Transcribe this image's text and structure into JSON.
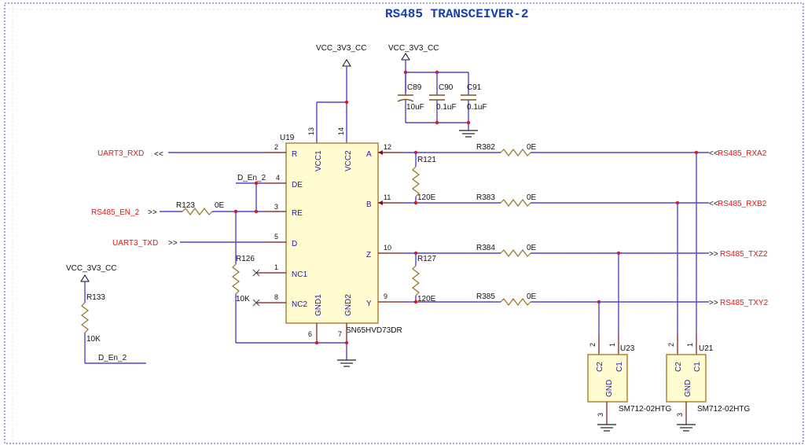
{
  "title": "RS485 TRANSCEIVER-2",
  "power": {
    "vcc1": "VCC_3V3_CC",
    "vcc2": "VCC_3V3_CC",
    "vcc3": "VCC_3V3_CC"
  },
  "u19": {
    "ref": "U19",
    "part": "SN65HVD73DR",
    "pins": {
      "R": "R",
      "DE": "DE",
      "RE": "RE",
      "D": "D",
      "NC1": "NC1",
      "NC2": "NC2",
      "VCC1": "VCC1",
      "VCC2": "VCC2",
      "GND1": "GND1",
      "GND2": "GND2",
      "A": "A",
      "B": "B",
      "Z": "Z",
      "Y": "Y"
    },
    "nums": {
      "R": "2",
      "DE": "4",
      "RE": "3",
      "D": "5",
      "NC1": "1",
      "NC2": "8",
      "VCC1": "13",
      "VCC2": "14",
      "GND1": "6",
      "GND2": "7",
      "A": "12",
      "B": "11",
      "Z": "10",
      "Y": "9"
    }
  },
  "caps": [
    {
      "ref": "C89",
      "value": "10uF"
    },
    {
      "ref": "C90",
      "value": "0.1uF"
    },
    {
      "ref": "C91",
      "value": "0.1uF"
    }
  ],
  "resistors": {
    "r121": {
      "ref": "R121",
      "value": "120E"
    },
    "r127": {
      "ref": "R127",
      "value": "120E"
    },
    "r123": {
      "ref": "R123",
      "value": "0E"
    },
    "r126": {
      "ref": "R126",
      "value": "10K"
    },
    "r133": {
      "ref": "R133",
      "value": "10K"
    },
    "r382": {
      "ref": "R382",
      "value": "0E"
    },
    "r383": {
      "ref": "R383",
      "value": "0E"
    },
    "r384": {
      "ref": "R384",
      "value": "0E"
    },
    "r385": {
      "ref": "R385",
      "value": "0E"
    }
  },
  "nets": {
    "uart3_rxd": "UART3_RXD",
    "rs485_en": "RS485_EN_2",
    "uart3_txd": "UART3_TXD",
    "d_en_a": "D_En_2",
    "d_en_b": "D_En_2",
    "rxa": "RS485_RXA2",
    "rxb": "RS485_RXB2",
    "txz": "RS485_TXZ2",
    "txy": "RS485_TXY2"
  },
  "tvs": [
    {
      "ref": "U23",
      "part": "SM712-02HTG",
      "c1": "C1",
      "c2": "C2",
      "gnd": "GND",
      "p1": "1",
      "p2": "2",
      "p3": "3"
    },
    {
      "ref": "U21",
      "part": "SM712-02HTG",
      "c1": "C1",
      "c2": "C2",
      "gnd": "GND",
      "p1": "1",
      "p2": "2",
      "p3": "3"
    }
  ],
  "colors": {
    "wire": "#5b3fd6",
    "net_label": "#e01515",
    "title": "#1a3fae",
    "body_fill": "#fffcd2",
    "body_stroke": "#b07a25"
  }
}
